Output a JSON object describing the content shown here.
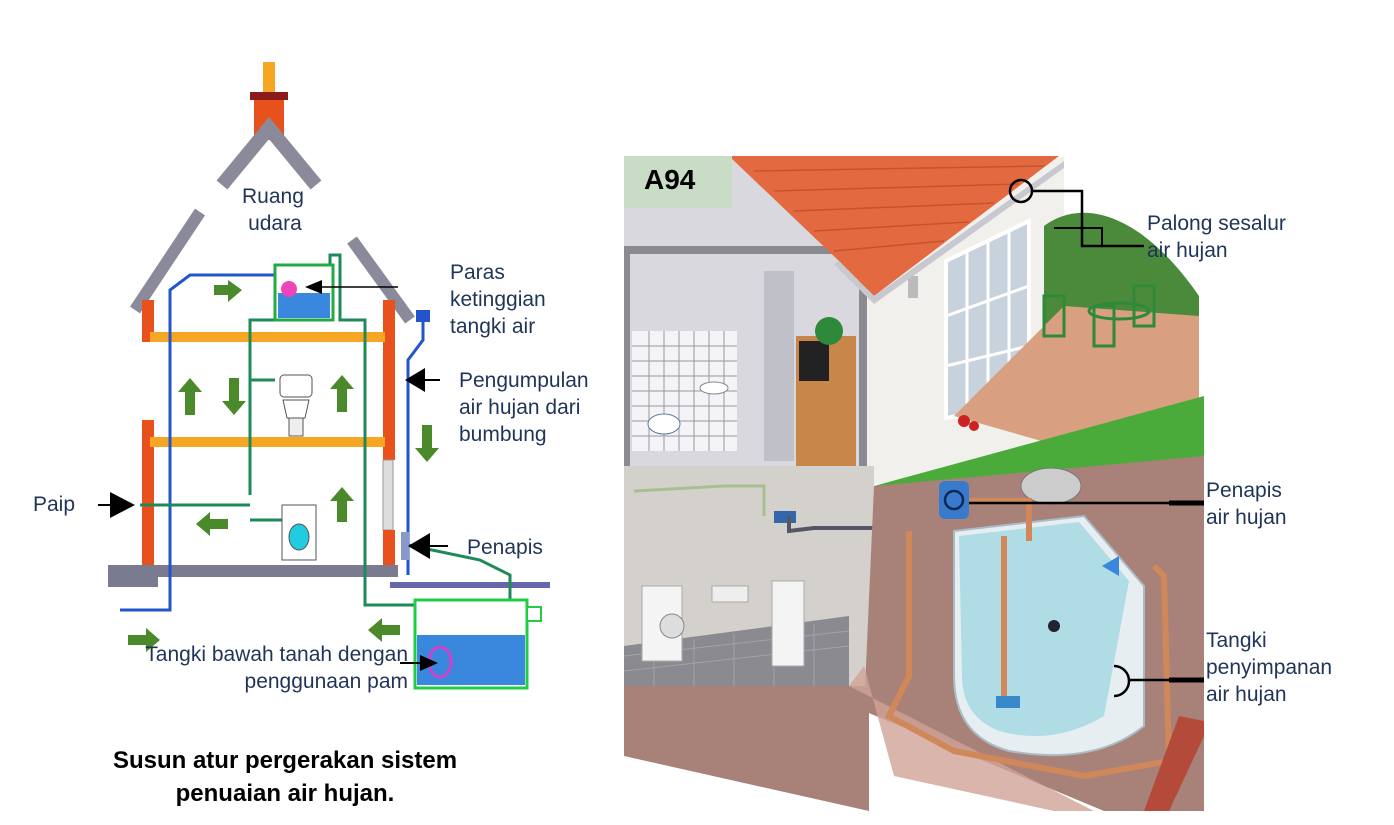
{
  "left_diagram": {
    "labels": {
      "air_space": [
        "Ruang",
        "udara"
      ],
      "tank_level": [
        "Paras",
        "ketinggian",
        "tangki air"
      ],
      "roof_collection": [
        "Pengumpulan",
        "air hujan dari",
        "bumbung"
      ],
      "pipe": "Paip",
      "filter": "Penapis",
      "underground_tank": [
        "Tangki bawah tanah dengan",
        "penggunaan pam"
      ]
    },
    "caption": [
      "Susun atur pergerakan sistem",
      "penuaian air hujan."
    ]
  },
  "right_diagram": {
    "badge": "A94",
    "labels": {
      "gutter": [
        "Palong sesalur",
        "air hujan"
      ],
      "rain_filter": [
        "Penapis",
        "air hujan"
      ],
      "storage_tank": [
        "Tangki",
        "penyimpanan",
        "air hujan"
      ]
    }
  },
  "colors": {
    "wall": "#e8501c",
    "floor": "#f5a623",
    "roof": "#8a8a9a",
    "blue_pipe": "#2255cc",
    "green_pipe": "#1e8a5a",
    "arrow_green": "#4a8a2a",
    "label": "#1f3458"
  }
}
